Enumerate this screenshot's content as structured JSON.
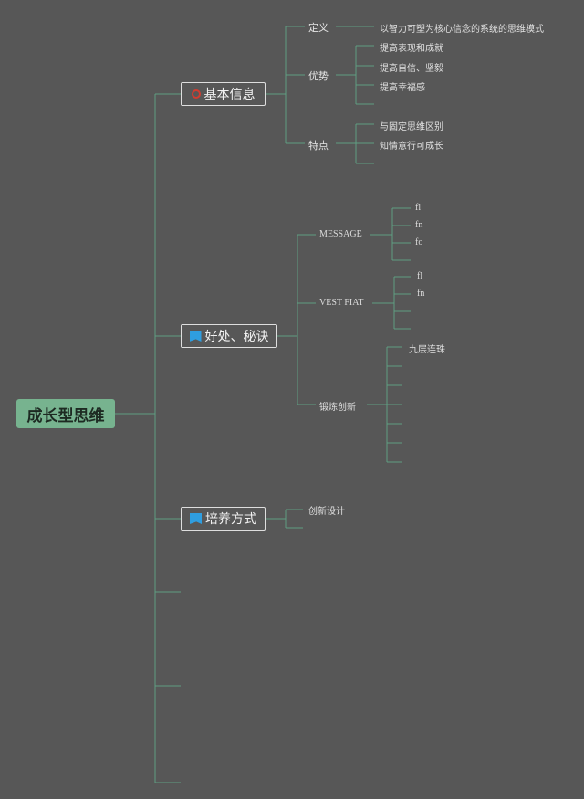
{
  "root": {
    "label": "成长型思维"
  },
  "branches": [
    {
      "label": "基本信息",
      "icon": "info-icon"
    },
    {
      "label": "好处、秘诀",
      "icon": "flag-icon"
    },
    {
      "label": "培养方式",
      "icon": "flag-icon"
    }
  ],
  "basic": {
    "definition_label": "定义",
    "definition_text": "以智力可塑为核心信念的系统的思维模式",
    "advantages_label": "优势",
    "advantages": [
      "提高表现和成就",
      "提高自信、坚毅",
      "提高幸福感"
    ],
    "features_label": "特点",
    "features": [
      "与固定思维区别",
      "知情意行可成长"
    ]
  },
  "benefits": {
    "message_label": "MESSAGE",
    "message_items": [
      "fl",
      "fn",
      "fo"
    ],
    "vest_label": "VEST FIAT",
    "vest_items": [
      "fl",
      "fn"
    ],
    "training_label": "锻炼创新",
    "training_items": [
      "九层连珠"
    ]
  },
  "cultivation": {
    "design_label": "创新设计"
  },
  "colors": {
    "background": "#575757",
    "connector": "#5f9d82",
    "root_fill": "#77b38f",
    "branch_border": "#dedede",
    "info_icon": "#d23c30",
    "flag_icon": "#2f9ee0"
  }
}
